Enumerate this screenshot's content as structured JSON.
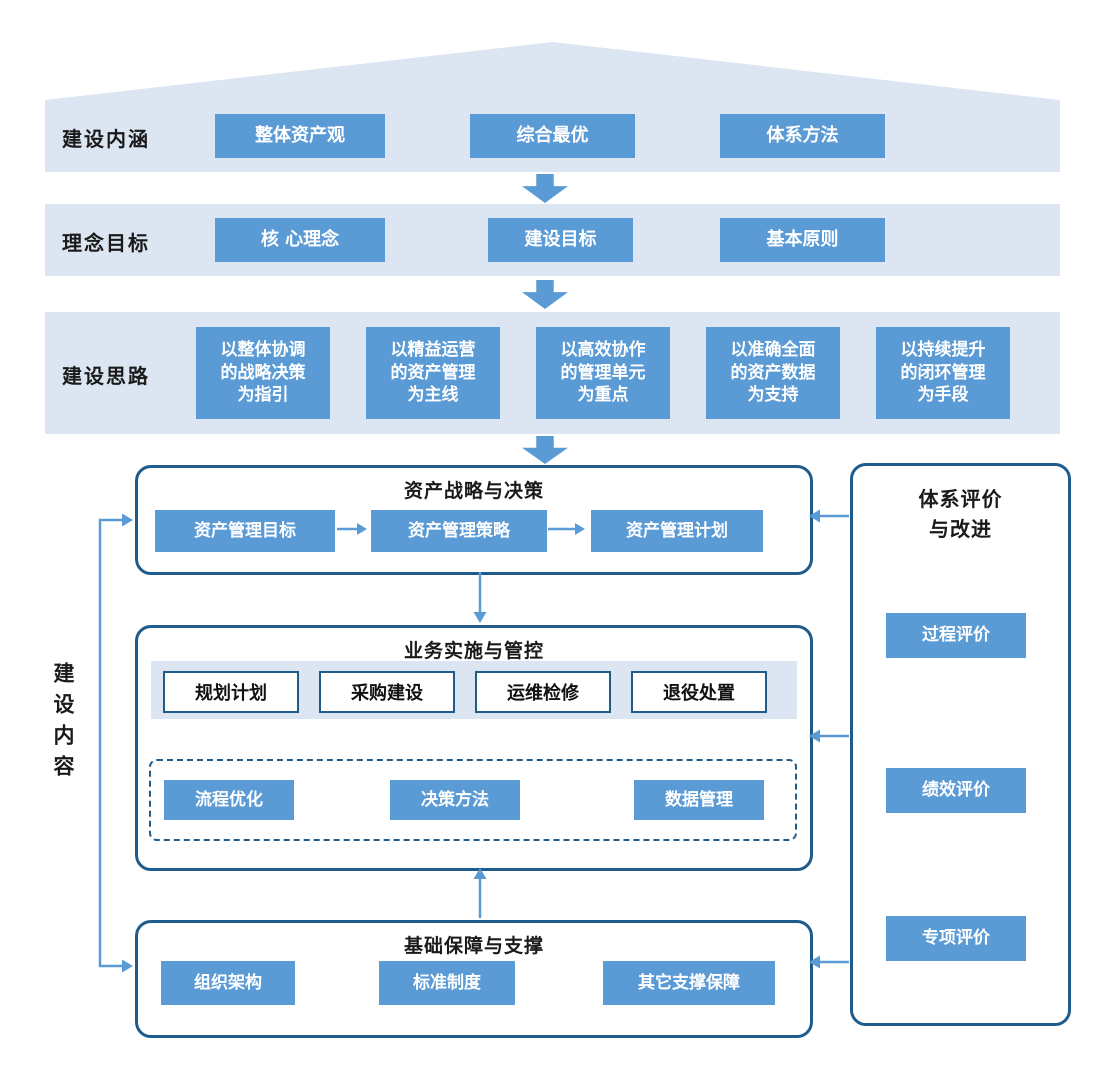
{
  "colors": {
    "band_bg": "#dce6f2",
    "box_blue": "#5b9bd5",
    "border_dark": "#1f5c8b",
    "arrow_blue": "#5b9bd5",
    "box_text": "#ffffff",
    "label_text": "#1a1a1a"
  },
  "left_axis_label": "建设内容",
  "bands": {
    "connotation": {
      "label": "建设内涵",
      "items": [
        "整体资产观",
        "综合最优",
        "体系方法"
      ]
    },
    "philosophy": {
      "label": "理念目标",
      "items": [
        "核 心理念",
        "建设目标",
        "基本原则"
      ]
    },
    "approach": {
      "label": "建设思路",
      "items": [
        "以整体协调\n的战略决策\n为指引",
        "以精益运营\n的资产管理\n为主线",
        "以高效协作\n的管理单元\n为重点",
        "以准确全面\n的资产数据\n为支持",
        "以持续提升\n的闭环管理\n为手段"
      ]
    }
  },
  "strategy": {
    "title": "资产战略与决策",
    "items": [
      "资产管理目标",
      "资产管理策略",
      "资产管理计划"
    ]
  },
  "implementation": {
    "title": "业务实施与管控",
    "lifecycle_items": [
      "规划计划",
      "采购建设",
      "运维检修",
      "退役处置"
    ],
    "support_items": [
      "流程优化",
      "决策方法",
      "数据管理"
    ]
  },
  "foundation": {
    "title": "基础保障与支撑",
    "items": [
      "组织架构",
      "标准制度",
      "其它支撑保障"
    ]
  },
  "evaluation": {
    "title": "体系评价\n与改进",
    "items": [
      "过程评价",
      "绩效评价",
      "专项评价"
    ]
  }
}
